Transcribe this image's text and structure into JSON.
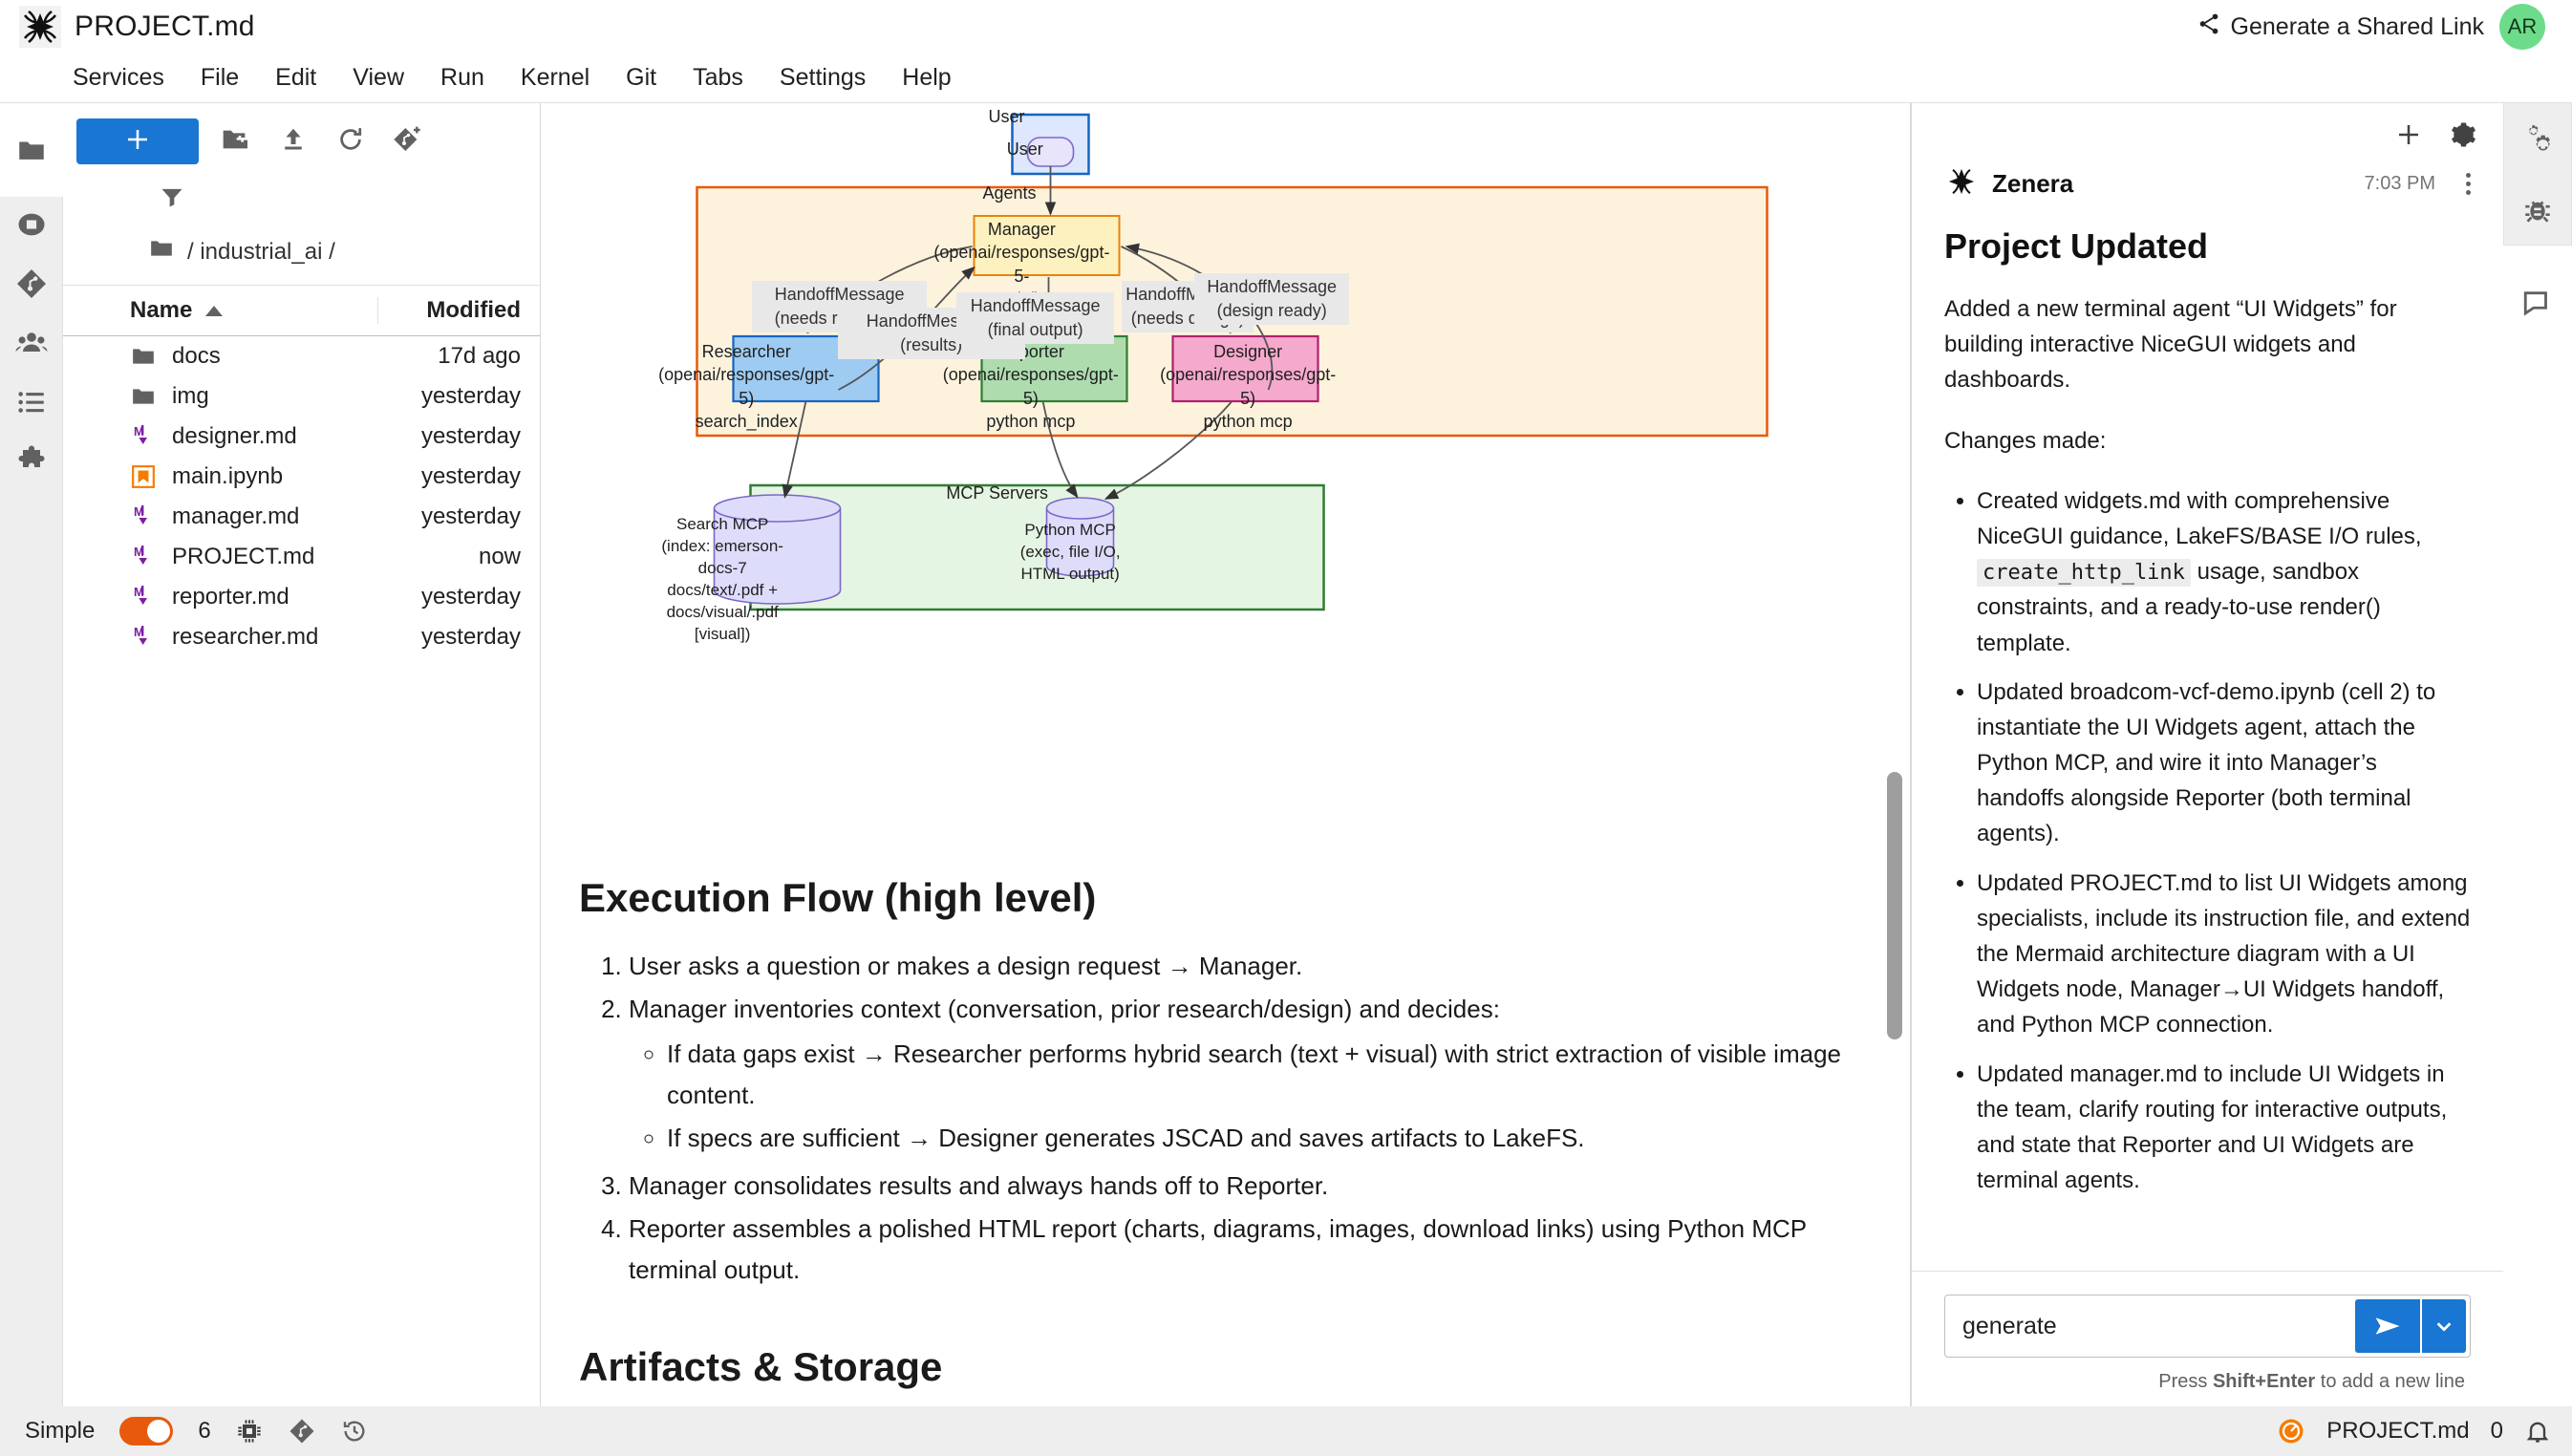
{
  "topbar": {
    "title": "PROJECT.md",
    "share_label": "Generate a Shared Link",
    "avatar_initials": "AR",
    "logo_icon": "zenera-star-logo",
    "share_icon": "share-icon"
  },
  "menubar": {
    "items": [
      "Services",
      "File",
      "Edit",
      "View",
      "Run",
      "Kernel",
      "Git",
      "Tabs",
      "Settings",
      "Help"
    ]
  },
  "left_activity_bar": {
    "items": [
      {
        "icon": "folder-icon",
        "name": "file-browser"
      },
      {
        "icon": "running-sessions-icon",
        "name": "running-terminals"
      },
      {
        "icon": "git-icon",
        "name": "git-panel"
      },
      {
        "icon": "collaborators-icon",
        "name": "collaborators"
      },
      {
        "icon": "table-of-contents-icon",
        "name": "table-of-contents"
      },
      {
        "icon": "extension-puzzle-icon",
        "name": "extension-manager"
      }
    ]
  },
  "filebrowser": {
    "new_button_icon": "plus-icon",
    "toolbar_icons": [
      "new-folder-icon",
      "upload-icon",
      "refresh-icon",
      "new-git-checkpoint-icon"
    ],
    "filter_icon": "filter-icon",
    "breadcrumb": "/ industrial_ai /",
    "breadcrumb_icon": "folder-icon",
    "columns": {
      "name": "Name",
      "modified": "Modified"
    },
    "sort_direction": "ascending",
    "items": [
      {
        "name": "docs",
        "modified": "17d ago",
        "icon": "folder-icon"
      },
      {
        "name": "img",
        "modified": "yesterday",
        "icon": "folder-icon"
      },
      {
        "name": "designer.md",
        "modified": "yesterday",
        "icon": "markdown-icon"
      },
      {
        "name": "main.ipynb",
        "modified": "yesterday",
        "icon": "notebook-icon"
      },
      {
        "name": "manager.md",
        "modified": "yesterday",
        "icon": "markdown-icon"
      },
      {
        "name": "PROJECT.md",
        "modified": "now",
        "icon": "markdown-icon"
      },
      {
        "name": "reporter.md",
        "modified": "yesterday",
        "icon": "markdown-icon"
      },
      {
        "name": "researcher.md",
        "modified": "yesterday",
        "icon": "markdown-icon"
      }
    ]
  },
  "document": {
    "diagram": {
      "user_subgraph_label": "User",
      "user_node": "User",
      "agents_subgraph_label": "Agents",
      "mcp_subgraph_label": "MCP Servers",
      "nodes": {
        "manager": [
          "Manager",
          "(openai/responses/gpt-5-",
          "mini)"
        ],
        "researcher": [
          "Researcher",
          "(openai/responses/gpt-5)",
          "search_index"
        ],
        "reporter": [
          "Reporter",
          "(openai/responses/gpt-5)",
          "python mcp"
        ],
        "designer": [
          "Designer",
          "(openai/responses/gpt-5)",
          "python mcp"
        ],
        "search_mcp": [
          "Search MCP",
          "(index: emerson-docs-7",
          "docs/text/.pdf +",
          "docs/visual/.pdf [visual])"
        ],
        "python_mcp": [
          "Python MCP",
          "(exec, file I/O,",
          "HTML output)"
        ]
      },
      "edge_labels": {
        "needs_research": "HandoffMessage (needs research)",
        "results": "HandoffMessage (results)",
        "final_output": "HandoffMessage (final output)",
        "needs_design": "HandoffMessage (needs design)",
        "design_ready": "HandoffMessage (design ready)"
      }
    },
    "heading": "Execution Flow (high level)",
    "steps": [
      {
        "text": "User asks a question or makes a design request → Manager."
      },
      {
        "text": "Manager inventories context (conversation, prior research/design) and decides:",
        "sub": [
          "If data gaps exist → Researcher performs hybrid search (text + visual) with strict extraction of visible image content.",
          "If specs are sufficient → Designer generates JSCAD and saves artifacts to LakeFS."
        ]
      },
      {
        "text": "Manager consolidates results and always hands off to Reporter."
      },
      {
        "text": "Reporter assembles a polished HTML report (charts, diagrams, images, download links) using Python MCP terminal output."
      }
    ],
    "next_heading": "Artifacts & Storage"
  },
  "chat": {
    "toolbar_icons": [
      "plus-icon",
      "gear-icon"
    ],
    "author": "Zenera",
    "author_icon": "zenera-star-logo",
    "time": "7:03 PM",
    "kebab_icon": "more-options-icon",
    "title": "Project Updated",
    "paragraphs": [
      "Added a new terminal agent “UI Widgets” for building interactive NiceGUI widgets and dashboards.",
      "Changes made:"
    ],
    "bullets": [
      {
        "before": "Created widgets.md with comprehensive NiceGUI guidance, LakeFS/BASE I/O rules, ",
        "code": "create_http_link",
        "after": " usage, sandbox constraints, and a ready-to-use render() template."
      },
      {
        "before": "Updated broadcom-vcf-demo.ipynb (cell 2) to instantiate the UI Widgets agent, attach the Python MCP, and wire it into Manager’s handoffs alongside Reporter (both terminal agents).",
        "code": "",
        "after": ""
      },
      {
        "before": "Updated PROJECT.md to list UI Widgets among specialists, include its instruction file, and extend the Mermaid architecture diagram with a UI Widgets node, Manager→UI Widgets handoff, and Python MCP connection.",
        "code": "",
        "after": ""
      },
      {
        "before": "Updated manager.md to include UI Widgets in the team, clarify routing for interactive outputs, and state that Reporter and UI Widgets are terminal agents.",
        "code": "",
        "after": ""
      }
    ],
    "input_value": "generate",
    "send_icon": "send-icon",
    "send_dropdown_icon": "chevron-down-icon",
    "hint_prefix": "Press ",
    "hint_keys": "Shift+Enter",
    "hint_suffix": " to add a new line"
  },
  "right_activity_bar": {
    "items": [
      {
        "icon": "property-inspector-icon",
        "name": "property-inspector"
      },
      {
        "icon": "bug-icon",
        "name": "debugger"
      },
      {
        "icon": "chat-bubble-icon",
        "name": "chat-panel-toggle"
      }
    ]
  },
  "statusbar": {
    "mode_label": "Simple",
    "mode_on": true,
    "kernel_count": "6",
    "kernel_icon": "cpu-icon",
    "git_icon": "git-icon",
    "history_icon": "history-icon",
    "busy_icon": "kernel-busy-icon",
    "filename": "PROJECT.md",
    "notification_count": "0",
    "bell_icon": "bell-icon"
  },
  "colors": {
    "accent_blue": "#1976d2",
    "avatar_green": "#6ddc8a",
    "toggle_orange": "#e8590c",
    "markdown_purple": "#7b1fa2",
    "notebook_orange": "#f57c00"
  }
}
